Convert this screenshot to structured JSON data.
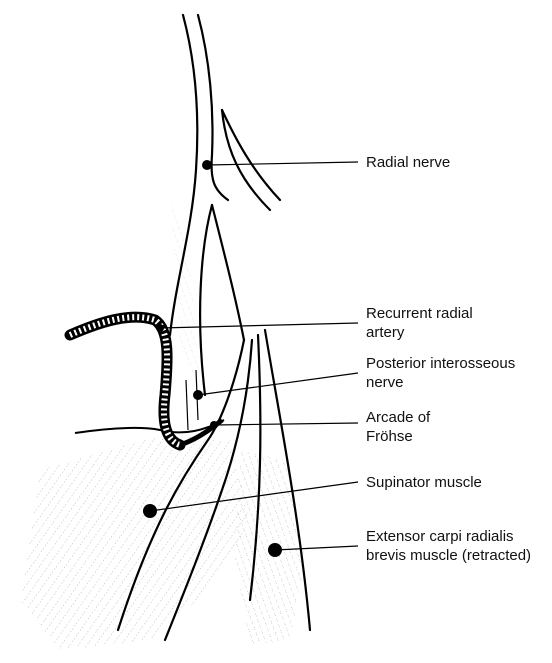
{
  "labels": {
    "radial_nerve": "Radial nerve",
    "recurrent_radial_artery": [
      "Recurrent radial",
      "artery"
    ],
    "posterior_interosseous_nerve": [
      "Posterior interosseous",
      "nerve"
    ],
    "arcade_of_frohse": [
      "Arcade of",
      "Fröhse"
    ],
    "supinator_muscle": "Supinator muscle",
    "ecrb_muscle": [
      "Extensor carpi radialis",
      "brevis muscle (retracted)"
    ]
  }
}
